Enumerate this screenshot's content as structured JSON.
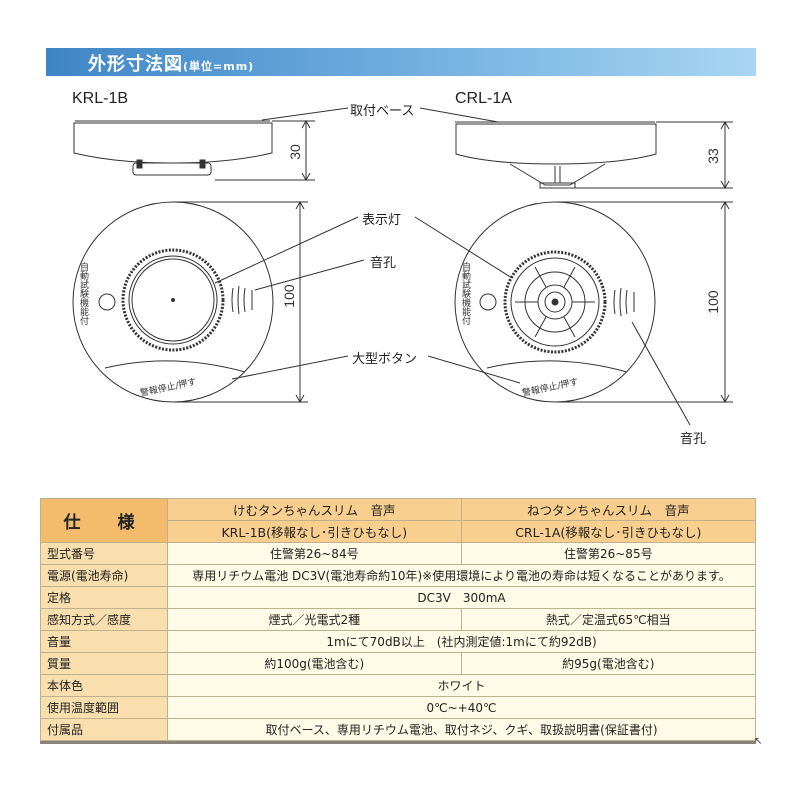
{
  "banner": {
    "title": "外形寸法図",
    "unit": "(単位=mm)",
    "gradient_colors": [
      "#3f86c6",
      "#a8d6f3"
    ]
  },
  "diagram": {
    "models": [
      {
        "label": "KRL-1B",
        "side_height": "30",
        "diameter": "100"
      },
      {
        "label": "CRL-1A",
        "side_height": "33",
        "diameter": "100"
      }
    ],
    "callouts": {
      "base": "取付ベース",
      "indicator": "表示灯",
      "sound_hole": "音孔",
      "big_button": "大型ボタン",
      "sound_hole_2": "音孔"
    },
    "face_text": {
      "auto_test": "自動試験機能付",
      "alarm_stop": "警報停止/押す"
    }
  },
  "spec_table": {
    "header": {
      "label": "仕　様",
      "col1_name": "けむタンちゃんスリム　音声",
      "col1_model": "KRL-1B(移報なし･引きひもなし)",
      "col2_name": "ねつタンちゃんスリム　音声",
      "col2_model": "CRL-1A(移報なし･引きひもなし)"
    },
    "rows": [
      {
        "label": "型式番号",
        "col1": "住警第26~84号",
        "col2": "住警第26~85号"
      },
      {
        "label": "電源(電池寿命)",
        "merged": "専用リチウム電池 DC3V(電池寿命約10年)※使用環境により電池の寿命は短くなることがあります。"
      },
      {
        "label": "定格",
        "merged": "DC3V　300mA"
      },
      {
        "label": "感知方式／感度",
        "col1": "煙式／光電式2種",
        "col2": "熱式／定温式65℃相当"
      },
      {
        "label": "音量",
        "merged": "1mにて70dB以上　(社内測定値:1mにて約92dB)"
      },
      {
        "label": "質量",
        "col1": "約100g(電池含む)",
        "col2": "約95g(電池含む)"
      },
      {
        "label": "本体色",
        "merged": "ホワイト"
      },
      {
        "label": "使用温度範囲",
        "merged": "0℃~+40℃"
      },
      {
        "label": "付属品",
        "merged": "取付ベース、専用リチウム電池、取付ネジ、クギ、取扱説明書(保証書付)"
      }
    ],
    "colors": {
      "header_main": "#f3bb6c",
      "header_col": "#f8cf8e",
      "row_header": "#f9dfae",
      "value_bg": "#fffbe6"
    }
  }
}
